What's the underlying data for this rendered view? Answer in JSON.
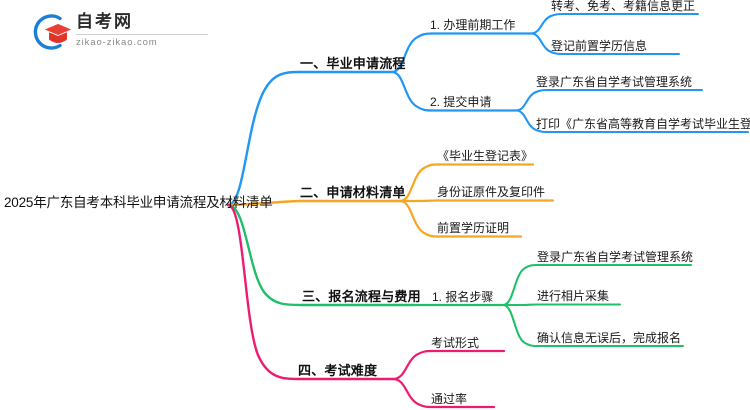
{
  "logo": {
    "name_cn": "自考网",
    "url": "zikao-zikao.com",
    "mark_icon": "graduation-cap-logo-icon",
    "arc_color": "#1b7fd4",
    "cap_color": "#e0342b"
  },
  "mindmap": {
    "root": {
      "label": "2025年广东自考本科毕业申请流程及材料清单"
    },
    "branches": [
      {
        "label": "一、毕业申请流程",
        "color": "#2196f3",
        "children": [
          {
            "label": "1. 办理前期工作",
            "children": [
              {
                "label": "转考、免考、考籍信息更正"
              },
              {
                "label": "登记前置学历信息"
              }
            ]
          },
          {
            "label": "2. 提交申请",
            "children": [
              {
                "label": "登录广东省自学考试管理系统"
              },
              {
                "label": "打印《广东省高等教育自学考试毕业生登记表》"
              }
            ]
          }
        ]
      },
      {
        "label": "二、申请材料清单",
        "color": "#f5a623",
        "children": [
          {
            "label": "《毕业生登记表》"
          },
          {
            "label": "身份证原件及复印件"
          },
          {
            "label": "前置学历证明"
          }
        ]
      },
      {
        "label": "三、报名流程与费用",
        "color": "#20c06a",
        "children": [
          {
            "label": "1. 报名步骤",
            "children": [
              {
                "label": "登录广东省自学考试管理系统"
              },
              {
                "label": "进行相片采集"
              },
              {
                "label": "确认信息无误后，完成报名"
              }
            ]
          }
        ]
      },
      {
        "label": "四、考试难度",
        "color": "#ec1d71",
        "children": [
          {
            "label": "考试形式"
          },
          {
            "label": "通过率"
          }
        ]
      }
    ]
  }
}
